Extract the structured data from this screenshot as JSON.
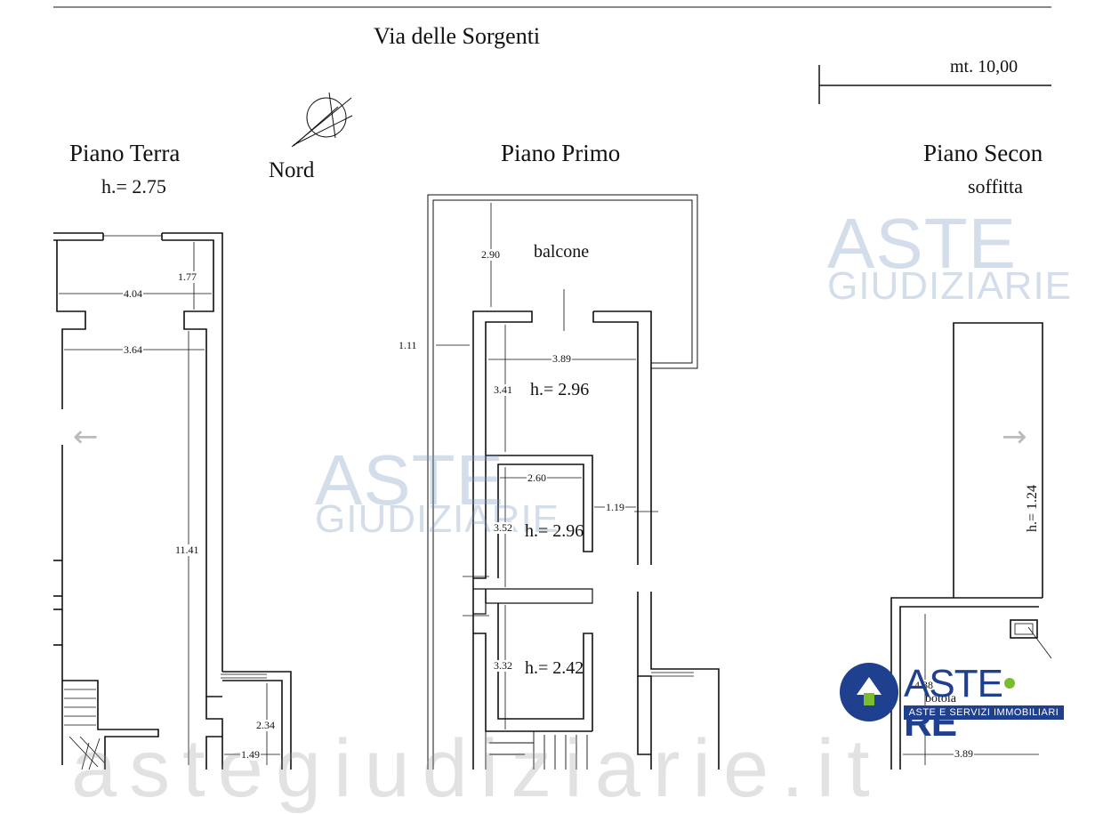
{
  "header": {
    "street": "Via delle Sorgenti",
    "scale_label": "mt. 10,00",
    "north_label": "Nord"
  },
  "floors": {
    "terra": {
      "title": "Piano Terra",
      "height": "h.= 2.75"
    },
    "primo": {
      "title": "Piano Primo"
    },
    "secondo": {
      "title": "Piano Secon",
      "subtitle": "soffitta"
    }
  },
  "rooms": {
    "balcone": "balcone",
    "botola": "botola"
  },
  "heights": {
    "primo_1": "h.= 2.96",
    "primo_2": "h.= 2.96",
    "primo_3": "h.= 2.42",
    "secondo": "h.= 1.24"
  },
  "dims": {
    "t_1_77": "1.77",
    "t_4_04": "4.04",
    "t_3_64": "3.64",
    "t_11_41": "11.41",
    "t_2_34": "2.34",
    "t_1_49": "1.49",
    "p_2_90": "2.90",
    "p_1_11": "1.11",
    "p_3_89": "3.89",
    "p_3_41": "3.41",
    "p_2_60": "2.60",
    "p_1_19": "1.19",
    "p_3_52": "3.52",
    "p_3_32": "3.32",
    "s_4_38": "4.38",
    "s_3_89": "3.89"
  },
  "watermarks": {
    "aste": "ASTE",
    "giudiziarie": "GIUDIZIARIE",
    "bottom": "astegiudiziarie.it"
  },
  "logo": {
    "text_left": "ASTE",
    "text_right": "RE",
    "tagline": "ASTE E SERVIZI IMMOBILIARI"
  },
  "nav": {
    "prev": "←",
    "next": "→"
  },
  "colors": {
    "wall": "#111111",
    "logo_blue": "#1f3f8f",
    "logo_green": "#7dbb2f",
    "watermark": "#7896be"
  }
}
